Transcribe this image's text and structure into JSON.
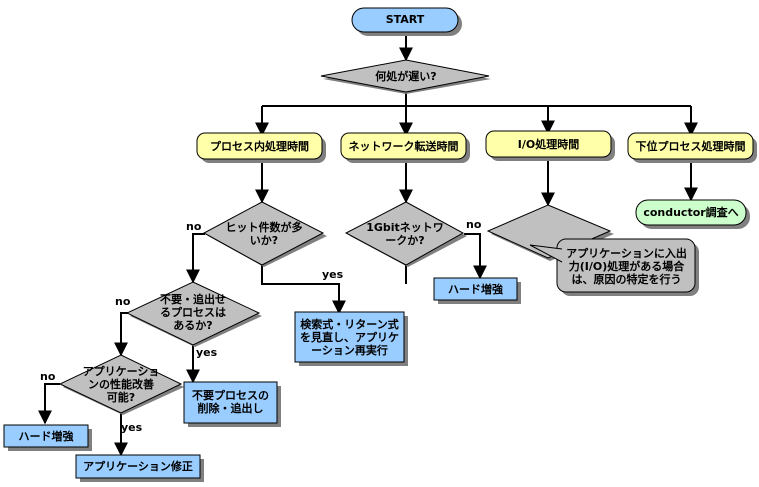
{
  "nodes": {
    "start": "START",
    "slow_where": "何処が遅い?",
    "process_time": "プロセス内処理時間",
    "network_time": "ネットワーク転送時間",
    "io_time": "I/O処理時間",
    "lower_process_time": "下位プロセス処理時間",
    "conductor": "conductor調査へ",
    "many_hits": "ヒット件数が多\nいか?",
    "gbit_network": "1Gbitネットワ\nークか?",
    "io_callout": "アプリケーションに入出\n力(I/O)処理がある場合\nは、原因の特定を行う",
    "unneeded_process": "不要・追出せ\nるプロセスは\nあるか?",
    "app_perf": "アプリケーショ\nンの性能改善\n可能?",
    "review_search": "検索式・リターン式\nを見直し、アプリケ\nーション再実行",
    "hw_upgrade_network": "ハード増強",
    "remove_process": "不要プロセスの\n削除・追出し",
    "hw_upgrade_app": "ハード増強",
    "app_fix": "アプリケーション修正"
  },
  "edge_labels": {
    "many_hits_no": "no",
    "many_hits_yes": "yes",
    "gbit_no": "no",
    "unneeded_no": "no",
    "unneeded_yes": "yes",
    "app_perf_no": "no",
    "app_perf_yes": "yes"
  },
  "colors": {
    "start_fill": "#99CCFF",
    "yellow_fill": "#FFFFAA",
    "green_fill": "#CCFFCC",
    "decision_fill": "#C0C0C0",
    "action_fill": "#99CCFF",
    "shadow": "#808080",
    "line": "#000000"
  }
}
